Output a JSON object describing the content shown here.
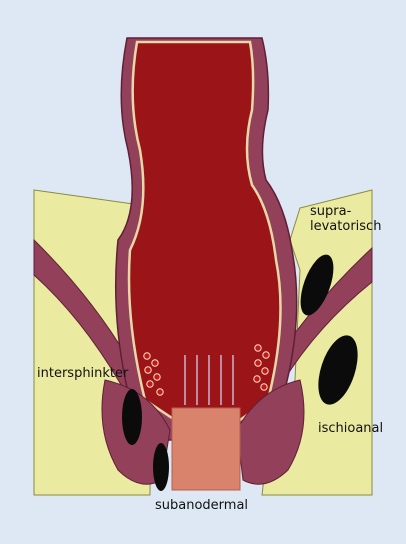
{
  "labels": {
    "supralevator_line1": "supra-",
    "supralevator_line2": "levatorisch",
    "intersphincteric": "intersphinkter",
    "ischioanal": "ischioanal",
    "subanodermal": "subanodermal"
  },
  "colors": {
    "background": "#dde8f4",
    "fat_tissue": "#eaeaa0",
    "muscle": "#93405a",
    "rectal_lumen": "#9a1418",
    "anoderm": "#d9826c",
    "abscess": "#0b0b0b"
  }
}
